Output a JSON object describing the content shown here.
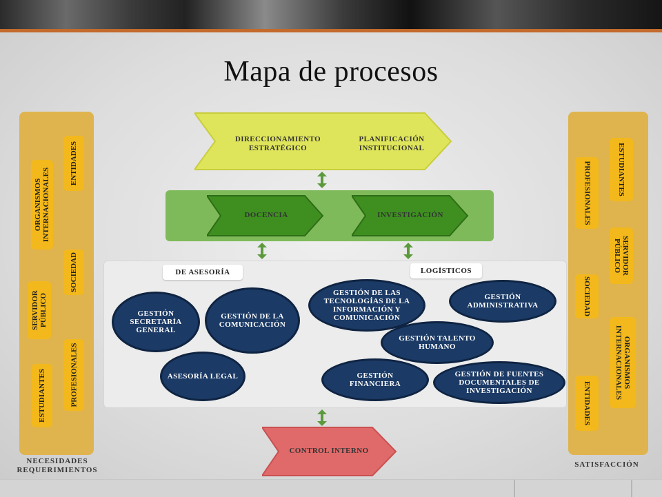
{
  "title": "Mapa de procesos",
  "left_panel": {
    "caption_line1": "NECESIDADES",
    "caption_line2": "REQUERIMIENTOS",
    "items": [
      "ORGANISMOS INTERNACIONALES",
      "ENTIDADES",
      "SOCIEDAD",
      "SERVIDOR PÚBLICO",
      "ESTUDIANTES",
      "PROFESIONALES"
    ]
  },
  "right_panel": {
    "caption": "SATISFACCIÓN",
    "items": [
      "ESTUDIANTES",
      "PROFESIONALES",
      "SERVIDOR PÚBLICO",
      "SOCIEDAD",
      "ORGANISMOS INTERNACIONALES",
      "ENTIDADES"
    ]
  },
  "strategic": {
    "item1": "DIRECCIONAMIENTO ESTRATÉGICO",
    "item2": "PLANIFICACIÓN INSTITUCIONAL"
  },
  "mission": {
    "item1": "DOCENCIA",
    "item2": "INVESTIGACIÓN"
  },
  "support": {
    "advisory_label": "DE ASESORÍA",
    "logistics_label": "LOGÍSTICOS",
    "nodes": {
      "secretaria": "GESTIÓN\nSECRETARÍA\nGENERAL",
      "comunicacion": "GESTIÓN DE LA\nCOMUNICACIÓN",
      "asesoria_legal": "ASESORÍA LEGAL",
      "tic": "GESTIÓN DE LAS\nTECNOLOGÍAS DE LA\nINFORMACIÓN Y\nCOMUNICACIÓN",
      "administrativa": "GESTIÓN\nADMINISTRATIVA",
      "talento": "GESTIÓN TALENTO\nHUMANO",
      "financiera": "GESTIÓN\nFINANCIERA",
      "fuentes": "GESTIÓN DE FUENTES\nDOCUMENTALES DE\nINVESTIGACIÓN"
    }
  },
  "control": {
    "label": "CONTROL INTERNO"
  },
  "colors": {
    "side_panel": "#dfb44e",
    "pill": "#f3b81b",
    "strategic": "#dfe55a",
    "mission_band": "#7fba5a",
    "mission_chevron": "#3e8f20",
    "support_node": "#1b3a66",
    "control": "#e06a6a",
    "connector": "#5b9a3c",
    "accent_stripe": "#c36a2d"
  }
}
